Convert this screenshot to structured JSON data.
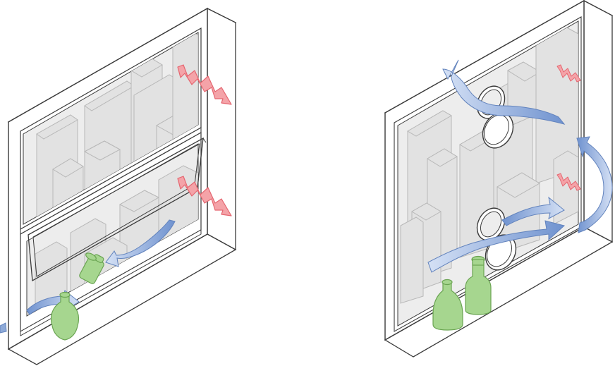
{
  "diagram": {
    "panels": [
      {
        "id": "awning-window",
        "label": "",
        "elements": [
          "window-frame",
          "fixed-upper-glass",
          "awning-lower-sash",
          "city-skyline-view",
          "heat-wave-arrows",
          "airflow-arrows",
          "green-bottles"
        ]
      },
      {
        "id": "porthole-vent-window",
        "label": "",
        "elements": [
          "window-frame",
          "fixed-glass",
          "circular-vent-openings",
          "city-skyline-view",
          "heat-wave-arrows",
          "airflow-arrows",
          "green-bottles"
        ]
      }
    ],
    "colors": {
      "frame_stroke": "#3a3a3a",
      "frame_fill": "#ffffff",
      "glass_fill": "#ececec",
      "building_fill": "#e2e2e2",
      "building_stroke": "#b5b5b5",
      "heat": "#f4a3a8",
      "heat_stroke": "#e56670",
      "air": "#8eaad8",
      "air_stroke": "#6283bd",
      "bottle": "#a6d68f",
      "bottle_stroke": "#6aa452"
    }
  }
}
